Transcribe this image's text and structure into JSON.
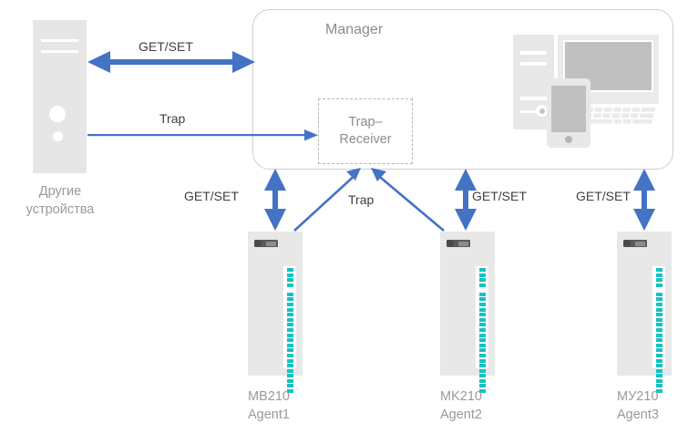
{
  "diagram": {
    "title": "SNMP Manager / Agent topology",
    "colors": {
      "arrow_blue": "#4472C4",
      "device_gray": "#e8e8e8",
      "led_teal": "#16c2c2",
      "text_gray": "#9a9a9a",
      "text_dark": "#404040",
      "border_gray": "#cfcfcf",
      "dashed_gray": "#b6b6b6"
    }
  },
  "other_devices": {
    "caption_line1": "Другие",
    "caption_line2": "устройства"
  },
  "manager": {
    "title": "Manager",
    "trap_receiver": {
      "line1": "Trap–",
      "line2": "Receiver"
    }
  },
  "arrow_labels": {
    "getset_top": "GET/SET",
    "trap_left": "Trap",
    "getset_agent1": "GET/SET",
    "trap_middle": "Trap",
    "getset_agent2": "GET/SET",
    "getset_agent3": "GET/SET"
  },
  "agents": [
    {
      "model": "MB210",
      "role": "Agent1"
    },
    {
      "model": "MK210",
      "role": "Agent2"
    },
    {
      "model": "MУ210",
      "role": "Agent3"
    }
  ]
}
